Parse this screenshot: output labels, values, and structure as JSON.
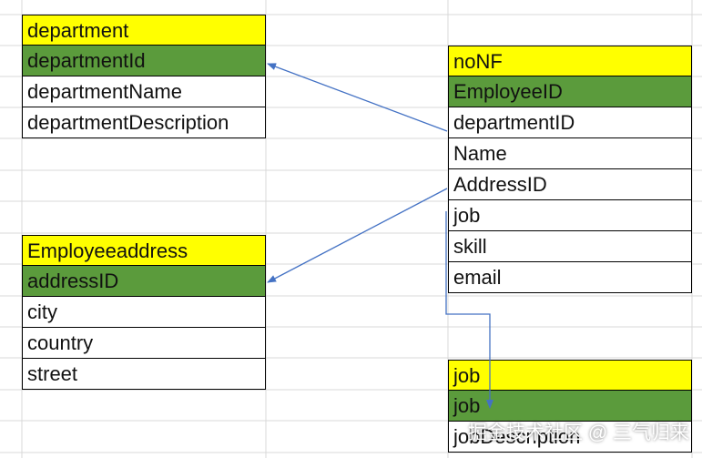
{
  "tables": {
    "department": {
      "title": "department",
      "fields": [
        "departmentId",
        "departmentName",
        "departmentDescription"
      ]
    },
    "employeeaddress": {
      "title": "Employeeaddress",
      "fields": [
        "addressID",
        "city",
        "country",
        "street"
      ]
    },
    "nonf": {
      "title": "noNF",
      "fields": [
        "EmployeeID",
        "departmentID",
        "Name",
        "AddressID",
        "job",
        "skill",
        "email"
      ]
    },
    "job": {
      "title": "job",
      "fields": [
        "job",
        "jobDescription"
      ]
    }
  },
  "colors": {
    "title_fill": "#ffff00",
    "key_fill": "#5b9b3c",
    "arrow": "#4472c4",
    "gridline": "#d9d9d9"
  },
  "watermark": "掘金技术社区 @ 三气归来"
}
